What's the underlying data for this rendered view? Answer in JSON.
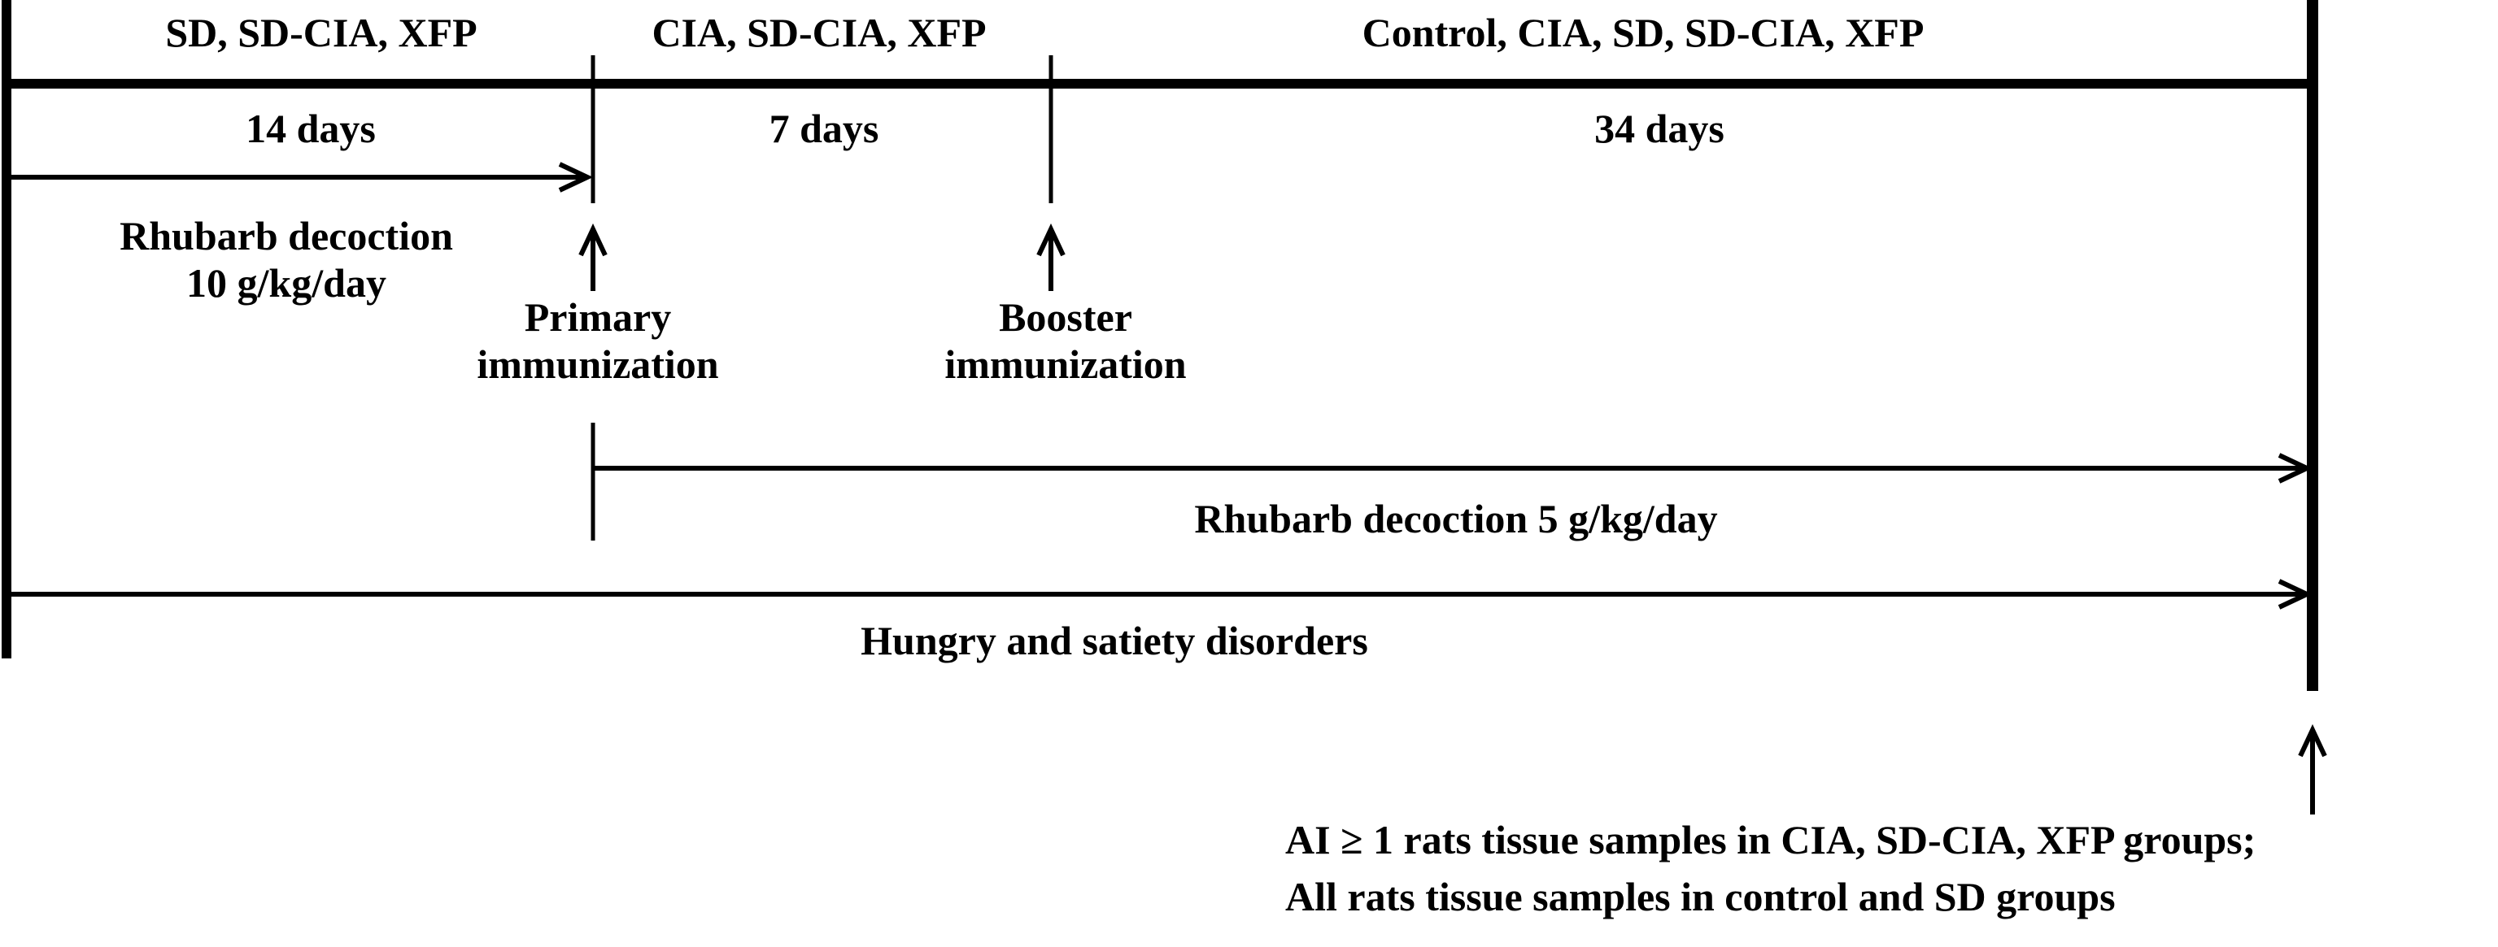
{
  "phases": {
    "phase1_groups": "SD, SD-CIA, XFP",
    "phase2_groups": "CIA, SD-CIA, XFP",
    "phase3_groups": "Control,  CIA, SD, SD-CIA, XFP",
    "phase1_duration": "14 days",
    "phase2_duration": "7 days",
    "phase3_duration": "34 days"
  },
  "treatments": {
    "rhubarb_high_line1": "Rhubarb  decoction",
    "rhubarb_high_line2": "10 g/kg/day",
    "rhubarb_low": "Rhubarb  decoction  5 g/kg/day",
    "hunger": "Hungry  and  satiety disorders"
  },
  "events": {
    "primary_line1": "Primary",
    "primary_line2": "immunization",
    "booster_line1": "Booster",
    "booster_line2": "immunization"
  },
  "sampling": {
    "line1": "AI ≥ 1 rats tissue samples in  CIA, SD-CIA, XFP groups;",
    "line2": "All rats tissue samples in control  and SD groups"
  }
}
